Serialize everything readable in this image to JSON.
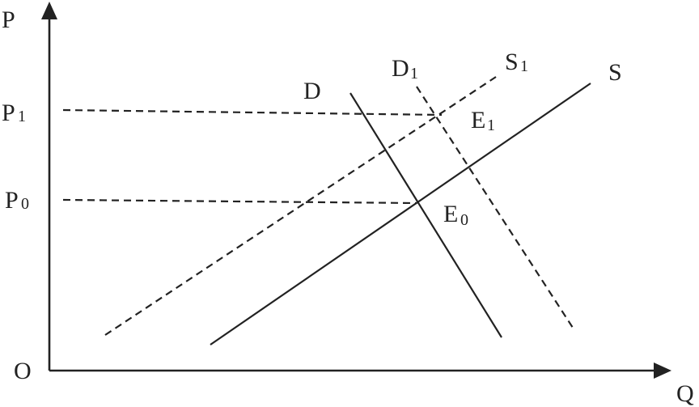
{
  "diagram": {
    "axes": {
      "y_label": "P",
      "x_label": "Q",
      "origin_label": "O"
    },
    "curves": {
      "demand": {
        "label": "D"
      },
      "demand_shifted": {
        "label": "D",
        "subscript": "1"
      },
      "supply": {
        "label": "S"
      },
      "supply_shifted": {
        "label": "S",
        "subscript": "1"
      }
    },
    "prices": {
      "p1": {
        "label": "P",
        "subscript": "1"
      },
      "p0": {
        "label": "P",
        "subscript": "0"
      }
    },
    "equilibria": {
      "e1": {
        "label": "E",
        "subscript": "1"
      },
      "e0": {
        "label": "E",
        "subscript": "0"
      }
    }
  }
}
